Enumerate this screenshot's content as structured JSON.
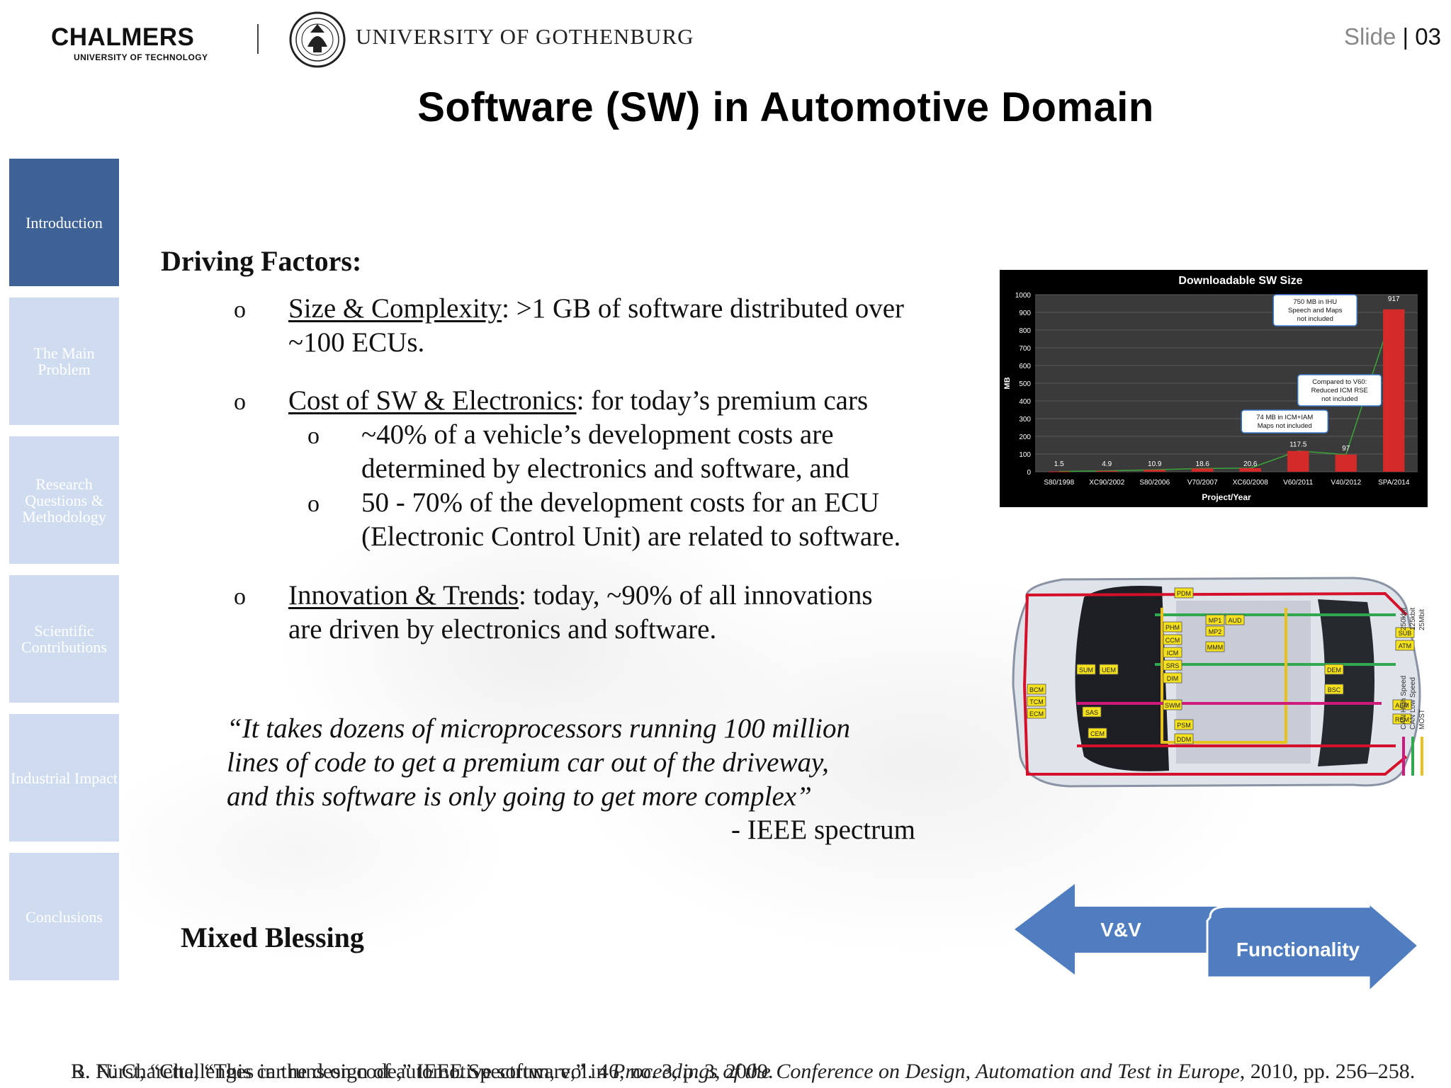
{
  "header": {
    "chalmers_name": "CHALMERS",
    "chalmers_sub": "UNIVERSITY OF TECHNOLOGY",
    "gu_name": "UNIVERSITY OF GOTHENBURG",
    "slide_label": "Slide",
    "slide_sep": "|",
    "slide_number": "03"
  },
  "title": "Software (SW) in Automotive Domain",
  "sidebar": {
    "items": [
      {
        "label": "Introduction",
        "active": true
      },
      {
        "label": "The Main Problem",
        "active": false
      },
      {
        "label": "Research Questions & Methodology",
        "active": false
      },
      {
        "label": "Scientific Contributions",
        "active": false
      },
      {
        "label": "Industrial Impact",
        "active": false
      },
      {
        "label": "Conclusions",
        "active": false
      }
    ]
  },
  "body": {
    "heading": "Driving Factors:",
    "b1_term": "Size & Complexity",
    "b1_rest_1": ": >1 GB of software distributed over",
    "b1_rest_2": "~100 ECUs.",
    "b2_term": "Cost of SW & Electronics",
    "b2_rest": ": for today’s premium cars",
    "b2_sub1_1": "~40% of a vehicle’s development costs are",
    "b2_sub1_2": "determined by electronics and software, and",
    "b2_sub2_1": "50 - 70% of the development costs for an ECU",
    "b2_sub2_2": "(Electronic Control Unit) are related to software.",
    "b3_term": "Innovation & Trends",
    "b3_rest_1": ": today, ~90% of all innovations",
    "b3_rest_2": "are driven by electronics and software.",
    "bullet_mark": "o",
    "quote_1": "“It takes dozens of microprocessors running 100 million",
    "quote_2": "lines of code to get a premium car out of the driveway,",
    "quote_3": "and this software is only going to get more complex”",
    "quote_attrib": "- IEEE spectrum",
    "mixed": "Mixed Blessing"
  },
  "arrows": {
    "left_label": "V&V",
    "right_label": "Functionality",
    "color": "#4f7dc0"
  },
  "footer": {
    "line_a": "R. N. Charette, “This car runs on code,” IEEE Spectrum, vol. 46, no. 3, p. 3, 2009.",
    "line_b_plain": "B. Fürst, “Challenges in the design of automotive software,” in ",
    "line_b_italic": "Proceedings of the Conference on Design, Automation and Test in Europe",
    "line_b_end": ", 2010, pp. 256–258."
  },
  "car_diagram": {
    "ecu_labels": [
      "PDM",
      "MP1",
      "AUD",
      "MP2",
      "MMM",
      "PHM",
      "CCM",
      "ICM",
      "SRS",
      "DIM",
      "SUM",
      "UEM",
      "SUB",
      "ATM",
      "DEM",
      "BSC",
      "BCM",
      "TCM",
      "ECM",
      "SAS",
      "SWM",
      "CEM",
      "PSM",
      "DDM",
      "AEM",
      "REM"
    ],
    "legend_top": [
      "250kbit",
      "125kbit",
      "25Mbit"
    ],
    "legend_bottom": [
      "CAN High Speed",
      "CAN Low Speed",
      "MOST"
    ],
    "colors": {
      "high_speed": "#d0197a",
      "low_speed": "#2fa84f",
      "most": "#e8c21c",
      "red": "#d4102a"
    }
  },
  "chart_data": {
    "type": "bar",
    "title": "Downloadable SW Size",
    "xlabel": "Project/Year",
    "ylabel": "MB",
    "ylim": [
      0,
      1000
    ],
    "yticks": [
      0,
      100,
      200,
      300,
      400,
      500,
      600,
      700,
      800,
      900,
      1000
    ],
    "categories": [
      "S80/1998",
      "XC90/2002",
      "S80/2006",
      "V70/2007",
      "XC60/2008",
      "V60/2011",
      "V40/2012",
      "SPA/2014"
    ],
    "values": [
      1.5,
      4.9,
      10.9,
      18.6,
      20.6,
      117.5,
      97,
      917
    ],
    "value_labels": [
      "1.5",
      "4.9",
      "10.9",
      "18.6",
      "20.6",
      "117.5",
      "97",
      "917"
    ],
    "bar_color": "#d42a2a",
    "annotations": [
      {
        "lines": [
          "74 MB in ICM+IAM",
          "Maps not included"
        ],
        "category": "V60/2011"
      },
      {
        "lines": [
          "Compared to V60:",
          "Reduced ICM RSE",
          "not included"
        ],
        "category": "V40/2012"
      },
      {
        "lines": [
          "750 MB in IHU",
          "Speech and Maps",
          "not included"
        ],
        "category": "SPA/2014"
      }
    ]
  }
}
